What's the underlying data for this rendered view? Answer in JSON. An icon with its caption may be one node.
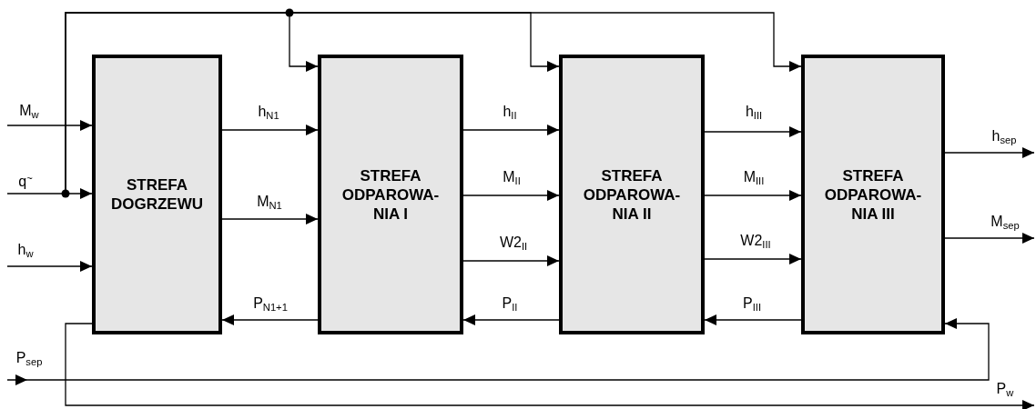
{
  "diagram": {
    "nodes": [
      {
        "text": [
          "STREFA DOGRZEWU"
        ]
      },
      {
        "text": [
          "STREFA ODPAROWA- NIA I"
        ]
      },
      {
        "text": [
          "STREFA ODPAROWA- NIA II"
        ]
      },
      {
        "text": [
          "STREFA ODPAROWA- NIA III"
        ]
      }
    ],
    "edges": [
      {
        "from": null,
        "to": 0,
        "arrow": "to",
        "label": "M$_{w}$"
      },
      {
        "from": null,
        "to": 0,
        "arrow": "to",
        "label": "q$^{~}$"
      },
      {
        "from": null,
        "to": 0,
        "arrow": "to",
        "label": "h$_{w}$"
      },
      {
        "from": null,
        "to": 1,
        "arrow": "to"
      },
      {
        "from": null,
        "to": 2,
        "arrow": "to"
      },
      {
        "from": null,
        "to": 3,
        "arrow": "to"
      },
      {
        "from": 0,
        "to": 1,
        "arrow": "to",
        "label": "h$_{N1}$"
      },
      {
        "from": 0,
        "to": 1,
        "arrow": "to",
        "label": "M$_{N1}$"
      },
      {
        "from": 1,
        "to": 2,
        "arrow": "to",
        "label": "h$_{II}$"
      },
      {
        "from": 1,
        "to": 2,
        "arrow": "to",
        "label": "M$_{II}$"
      },
      {
        "from": 1,
        "to": 2,
        "arrow": "to",
        "label": "W2$_{II}$"
      },
      {
        "from": 2,
        "to": 3,
        "arrow": "to",
        "label": "h$_{III}$"
      },
      {
        "from": 2,
        "to": 3,
        "arrow": "to",
        "label": "M$_{III}$"
      },
      {
        "from": 2,
        "to": 3,
        "arrow": "to",
        "label": "W2$_{III}$"
      },
      {
        "from": 3,
        "to": null,
        "arrow": "to",
        "label": "h$_{sep}$"
      },
      {
        "from": 3,
        "to": null,
        "arrow": "to",
        "label": "M$_{sep}$"
      },
      {
        "from": 1,
        "to": 0,
        "arrow": "to",
        "label": "P$_{N1+1}$"
      },
      {
        "from": 2,
        "to": 1,
        "arrow": "to",
        "label": "P$_{II}$"
      },
      {
        "from": 3,
        "to": 2,
        "arrow": "to",
        "label": "P$_{III}$"
      },
      {
        "from": null,
        "to": 3,
        "arrow": "to",
        "label": "P$_{sep}$"
      },
      {
        "from": 0,
        "to": null,
        "arrow": "to",
        "label": "P$_{w}$"
      }
    ]
  }
}
